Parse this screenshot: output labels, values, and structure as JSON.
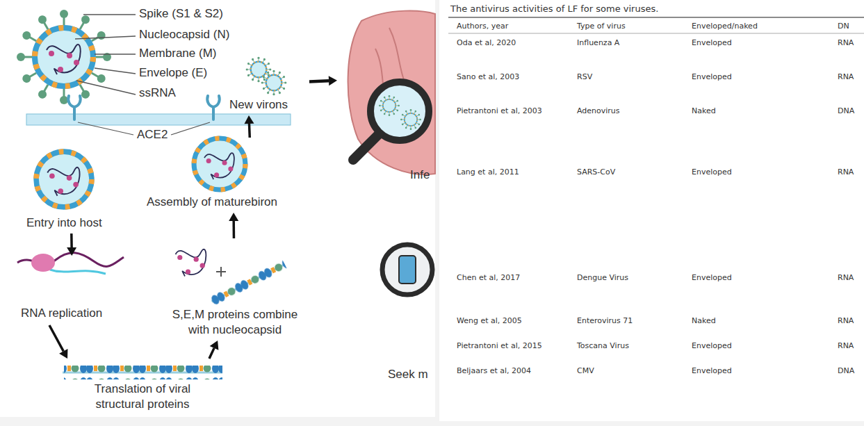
{
  "diagram": {
    "nodes": [
      {
        "text": [
          "Entry into host"
        ]
      },
      {
        "text": [
          "RNA replication"
        ]
      },
      {
        "text": [
          "Translation of viral structural proteins"
        ]
      },
      {
        "text": [
          "S,E,M proteins combine with nucleocapsid"
        ]
      },
      {
        "text": [
          "Assembly of maturebiron"
        ]
      },
      {
        "text": [
          "New virons"
        ]
      },
      {
        "text": [
          "Infe"
        ]
      },
      {
        "text": [
          "Seek m"
        ]
      }
    ],
    "edges": [
      {
        "from": 0,
        "to": 1,
        "arrow": "to"
      },
      {
        "from": 1,
        "to": 2,
        "arrow": "to"
      },
      {
        "from": 2,
        "to": 3,
        "arrow": "to"
      },
      {
        "from": 3,
        "to": 4,
        "arrow": "to"
      },
      {
        "from": 4,
        "to": 5,
        "arrow": "to"
      },
      {
        "from": 5,
        "to": 6,
        "arrow": "to"
      }
    ],
    "labels": [
      "Spike (S1 & S2)",
      "Nucleocapsid (N)",
      "Membrane (M)",
      "Envelope (E)",
      "ssRNA",
      "ACE2",
      "The antivirus activities of LF for some viruses.",
      "Authors, year",
      "Type of virus",
      "Enveloped/naked",
      "DN",
      "Oda et al, 2020",
      "Influenza A",
      "Enveloped",
      "RNA",
      "Sano et al, 2003",
      "RSV",
      "Enveloped",
      "RNA",
      "Pietrantoni et al, 2003",
      "Adenovirus",
      "Naked",
      "DNA",
      "Lang et al, 2011",
      "SARS-CoV",
      "Enveloped",
      "RNA",
      "Chen et al, 2017",
      "Dengue Virus",
      "Enveloped",
      "RNA",
      "Weng et al, 2005",
      "Enterovirus 71",
      "Naked",
      "RNA",
      "Pietrantoni et al, 2015",
      "Toscana Virus",
      "Enveloped",
      "RNA",
      "Beljaars et al, 2004",
      "CMV",
      "Enveloped",
      "DNA"
    ]
  }
}
